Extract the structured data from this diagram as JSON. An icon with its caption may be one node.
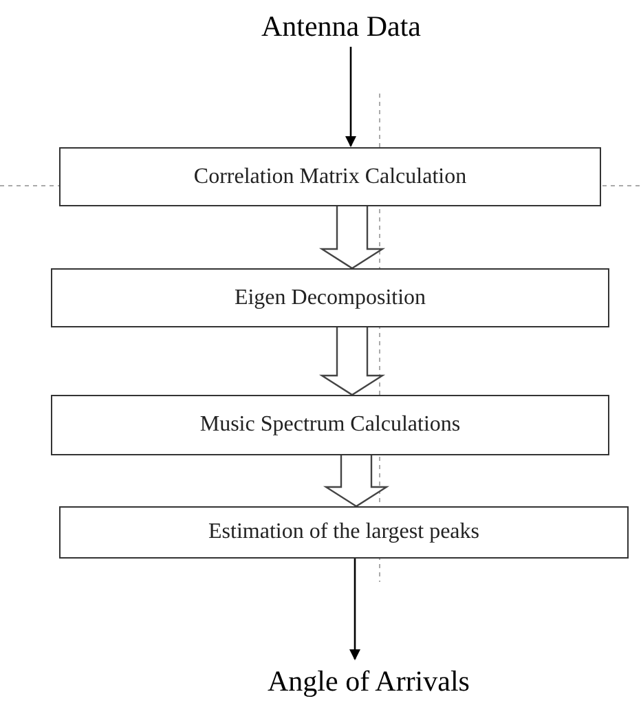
{
  "diagram": {
    "nodes": [
      {
        "text": [
          "Antenna Data"
        ]
      },
      {
        "text": [
          "Correlation Matrix Calculation"
        ]
      },
      {
        "text": [
          "Eigen Decomposition"
        ]
      },
      {
        "text": [
          "Music Spectrum Calculations"
        ]
      },
      {
        "text": [
          "Estimation of the largest peaks"
        ]
      },
      {
        "text": [
          "Angle of Arrivals"
        ]
      }
    ],
    "edges": [
      {
        "from": 0,
        "to": 1,
        "arrow": "to"
      },
      {
        "from": 1,
        "to": 2,
        "arrow": "to",
        "style": "thick"
      },
      {
        "from": 2,
        "to": 3,
        "arrow": "to",
        "style": "thick"
      },
      {
        "from": 3,
        "to": 4,
        "arrow": "to",
        "style": "thick"
      },
      {
        "from": 4,
        "to": 5,
        "arrow": "to"
      }
    ]
  }
}
